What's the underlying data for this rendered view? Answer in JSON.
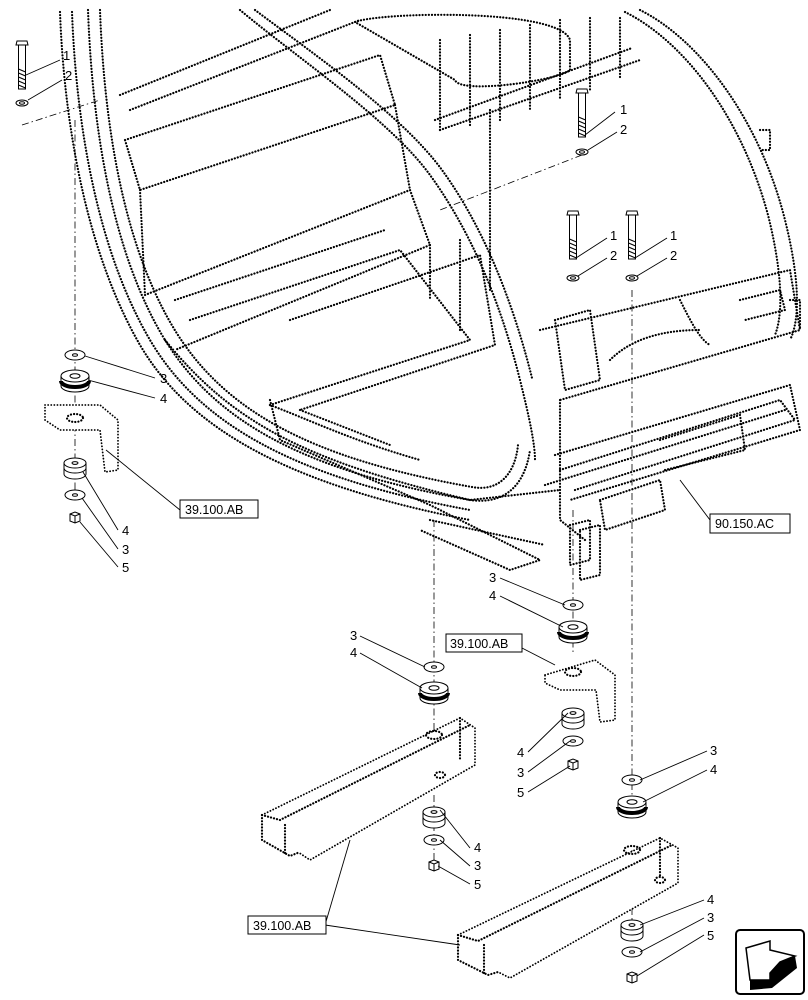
{
  "part_numbers": {
    "bolt": "1",
    "washer": "2",
    "flat_washer": "3",
    "rubber_mount": "4",
    "nut": "5"
  },
  "references": {
    "mount_bracket": "39.100.AB",
    "rear_frame": "90.150.AC"
  },
  "nav_icon": "next-page-arrow-icon"
}
